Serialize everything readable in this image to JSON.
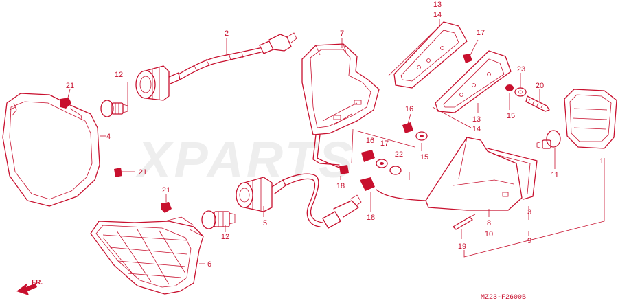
{
  "watermark": "XPARTS",
  "diagram_code": "MZ23-F2600B",
  "front_indicator": "FR.",
  "accent_color": "#c8102e",
  "callouts": [
    {
      "key": "c1",
      "text": "1"
    },
    {
      "key": "c2",
      "text": "2"
    },
    {
      "key": "c3",
      "text": "3"
    },
    {
      "key": "c4",
      "text": "4"
    },
    {
      "key": "c5",
      "text": "5"
    },
    {
      "key": "c6",
      "text": "6"
    },
    {
      "key": "c7",
      "text": "7"
    },
    {
      "key": "c8",
      "text": "8"
    },
    {
      "key": "c9",
      "text": "9"
    },
    {
      "key": "c10",
      "text": "10"
    },
    {
      "key": "c11",
      "text": "11"
    },
    {
      "key": "c12a",
      "text": "12"
    },
    {
      "key": "c12b",
      "text": "12"
    },
    {
      "key": "c13a",
      "text": "13"
    },
    {
      "key": "c14a",
      "text": "14"
    },
    {
      "key": "c13b",
      "text": "13"
    },
    {
      "key": "c14b",
      "text": "14"
    },
    {
      "key": "c15a",
      "text": "15"
    },
    {
      "key": "c15b",
      "text": "15"
    },
    {
      "key": "c16a",
      "text": "16"
    },
    {
      "key": "c16b",
      "text": "16"
    },
    {
      "key": "c17a",
      "text": "17"
    },
    {
      "key": "c17b",
      "text": "17"
    },
    {
      "key": "c18a",
      "text": "18"
    },
    {
      "key": "c18b",
      "text": "18"
    },
    {
      "key": "c19",
      "text": "19"
    },
    {
      "key": "c20",
      "text": "20"
    },
    {
      "key": "c21a",
      "text": "21"
    },
    {
      "key": "c21b",
      "text": "21"
    },
    {
      "key": "c21c",
      "text": "21"
    },
    {
      "key": "c22",
      "text": "22"
    },
    {
      "key": "c23",
      "text": "23"
    }
  ]
}
